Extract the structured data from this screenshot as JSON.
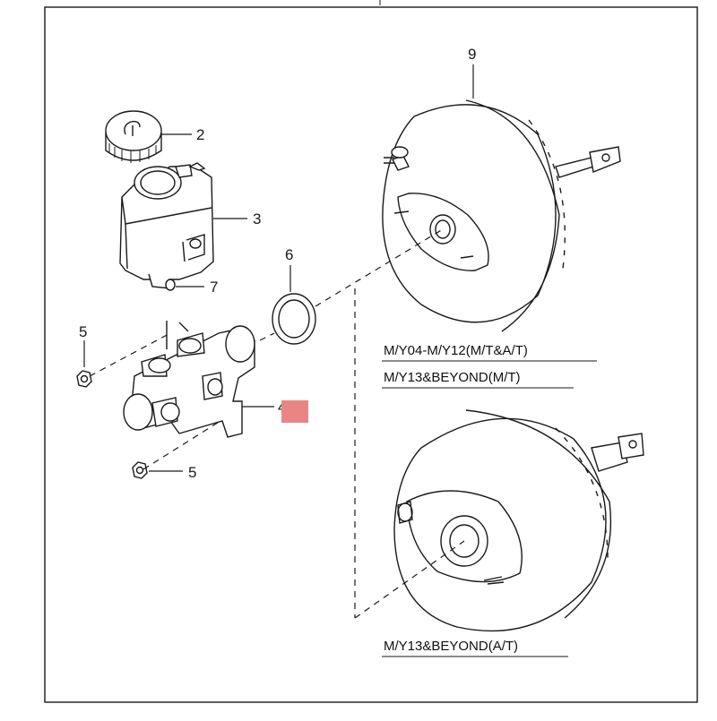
{
  "callouts": {
    "c2": "2",
    "c3": "3",
    "c4": "4",
    "c5a": "5",
    "c5b": "5",
    "c6": "6",
    "c7": "7",
    "c9": "9"
  },
  "variants": {
    "mt_range": "M/Y04-M/Y12(M/T&A/T)",
    "mt_beyond": "M/Y13&BEYOND(M/T)",
    "at_beyond": "M/Y13&BEYOND(A/T)"
  },
  "colors": {
    "line": "#1a1a1a",
    "highlight": "#e98585",
    "background": "#ffffff"
  }
}
